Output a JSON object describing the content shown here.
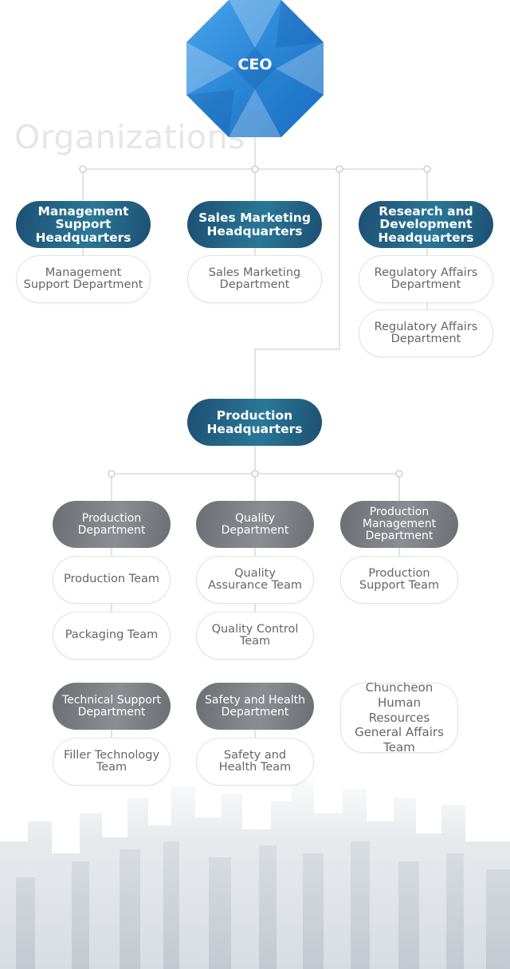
{
  "watermark": "Organizations",
  "ceo": {
    "label": "CEO"
  },
  "headquarters": {
    "management": {
      "label": "Management Support Headquarters",
      "units": [
        "Management Support Department"
      ]
    },
    "sales": {
      "label": "Sales Marketing Headquarters",
      "units": [
        "Sales Marketing Department"
      ]
    },
    "research": {
      "label": "Research and Development Headquarters",
      "units": [
        "Regulatory Affairs Department",
        "Regulatory Affairs Department"
      ]
    },
    "production": {
      "label": "Production Headquarters",
      "departments": {
        "production": {
          "label": "Production Department",
          "teams": [
            "Production Team",
            "Packaging Team"
          ]
        },
        "quality": {
          "label": "Quality Department",
          "teams": [
            "Quality Assurance Team",
            "Quality Control Team"
          ]
        },
        "management": {
          "label": "Production Management Department",
          "teams": [
            "Production Support Team"
          ]
        },
        "technical": {
          "label": "Technical Support Department",
          "teams": [
            "Filler Technology Team"
          ]
        },
        "safety": {
          "label": "Safety and Health Department",
          "teams": [
            "Safety and Health Team"
          ]
        },
        "chuncheon": {
          "label": "Chuncheon Human Resources General Affairs Team"
        }
      }
    }
  },
  "colors": {
    "ceo": "#2a86d6",
    "headquarters": "#215e84",
    "department": "#7b7f83",
    "connector": "#d4d4d4"
  }
}
